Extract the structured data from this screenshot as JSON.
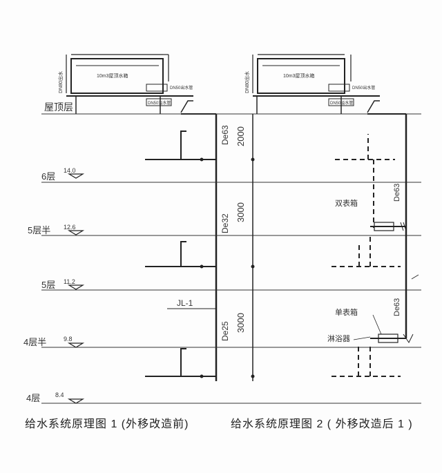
{
  "left": {
    "tank_label": "10m3屋顶水箱",
    "tag_dn80": "DN80出水",
    "tag_dn50": "DN50出水管",
    "tag_dn50b": "DN50溢水管",
    "roof_label": "屋顶层",
    "pipe_upper": "De63",
    "pipe_middle": "De32",
    "pipe_lower": "De25",
    "riser_tag": "JL-1",
    "floors": [
      {
        "name": "6层",
        "elev": "14.0"
      },
      {
        "name": "5层半",
        "elev": "12.6"
      },
      {
        "name": "5层",
        "elev": "11.2"
      },
      {
        "name": "4层半",
        "elev": "9.8"
      },
      {
        "name": "4层",
        "elev": "8.4"
      }
    ],
    "caption": "给水系统原理图 1 (外移改造前)"
  },
  "right": {
    "tank_label": "10m3屋顶水箱",
    "tag_dn80": "DN80出水",
    "tag_dn50": "DN50出水管",
    "tag_dn50b": "DN50溢水管",
    "dims": [
      "2000",
      "3000",
      "3000"
    ],
    "pipe_upper": "De63",
    "pipe_lower": "De63",
    "meter_double": "双表箱",
    "meter_single": "单表箱",
    "heater": "淋浴器",
    "caption": "给水系统原理图 2 ( 外移改造后 1 )"
  }
}
